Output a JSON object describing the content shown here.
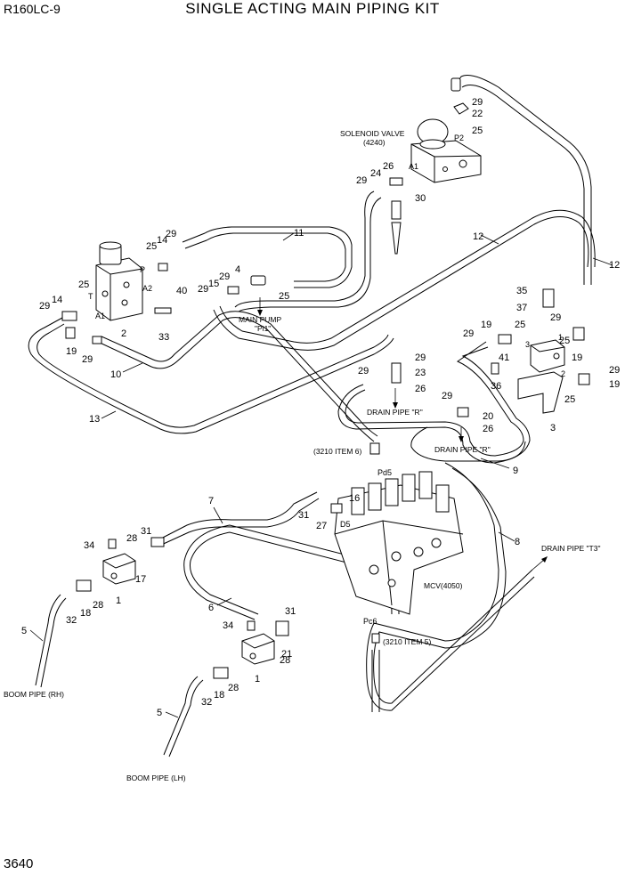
{
  "header": {
    "model": "R160LC-9",
    "title": "SINGLE ACTING MAIN PIPING KIT"
  },
  "footer": {
    "page_number": "3640"
  },
  "callouts": {
    "n1": "1",
    "n2": "2",
    "n3": "3",
    "n4": "4",
    "n5": "5",
    "n6": "6",
    "n7": "7",
    "n8": "8",
    "n9": "9",
    "n10": "10",
    "n11": "11",
    "n12": "12",
    "n13": "13",
    "n14": "14",
    "n15": "15",
    "n16": "16",
    "n17": "17",
    "n18": "18",
    "n19": "19",
    "n20": "20",
    "n21": "21",
    "n22": "22",
    "n23": "23",
    "n24": "24",
    "n25": "25",
    "n26": "26",
    "n27": "27",
    "n28": "28",
    "n29": "29",
    "n30": "30",
    "n31": "31",
    "n32": "32",
    "n33": "33",
    "n34": "34",
    "n35": "35",
    "n36": "36",
    "n37": "37",
    "n40": "40",
    "n41": "41"
  },
  "notes": {
    "solenoid_valve": "SOLENOID VALVE",
    "solenoid_code": "(4240)",
    "main_pump": "MAIN PUMP",
    "pi1": "\"Pi1\"",
    "drain_r1": "DRAIN PIPE \"R\"",
    "drain_r2": "DRAIN PIPE \"R\"",
    "drain_t3": "DRAIN PIPE \"T3\"",
    "item6": "(3210 ITEM 6)",
    "item5": "(3210 ITEM 5)",
    "mcv": "MCV(4050)",
    "boom_rh": "BOOM PIPE (RH)",
    "boom_lh": "BOOM PIPE (LH)",
    "pd5": "Pd5",
    "pc6": "Pc6",
    "d5": "D5",
    "port_p": "P",
    "port_t": "T",
    "port_a1": "A1",
    "port_a2": "A2",
    "port_p2": "P2",
    "port_a1_sol": "A1",
    "port_3": "3",
    "port_1": "1",
    "port_2": "2"
  }
}
